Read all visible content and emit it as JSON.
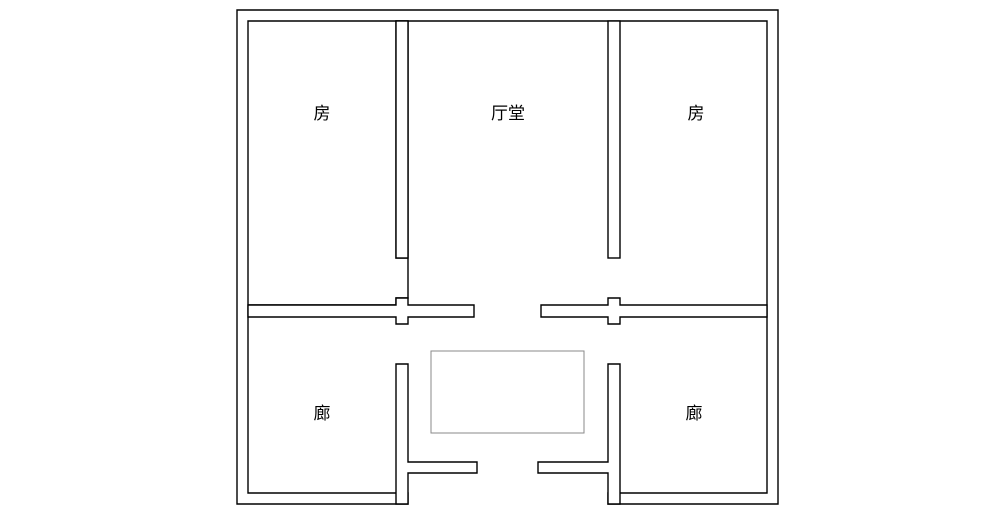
{
  "colors": {
    "wall": "#000000",
    "courtyard": "#8a8a8a",
    "background": "#ffffff"
  },
  "rooms": {
    "room_left": "房",
    "hall": "厅堂",
    "room_right": "房",
    "corridor_left": "廊",
    "corridor_right": "廊"
  }
}
